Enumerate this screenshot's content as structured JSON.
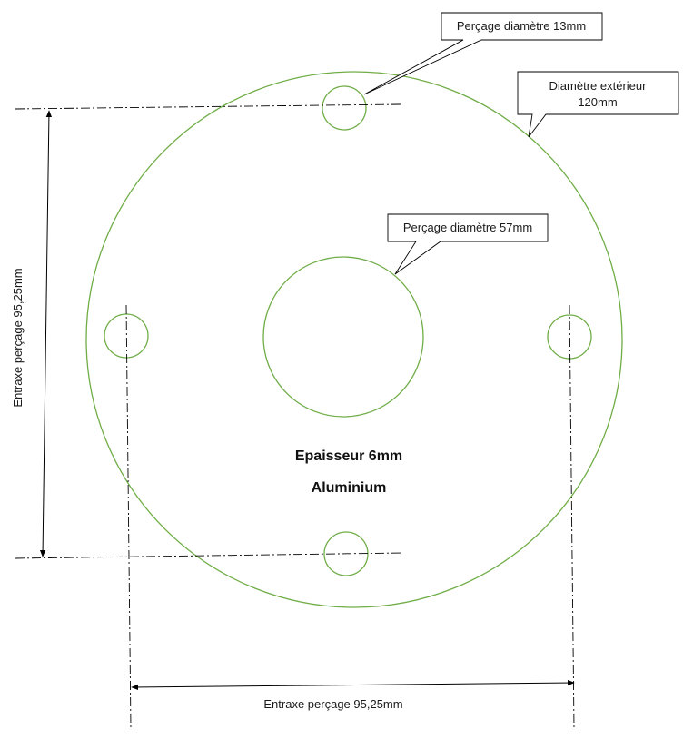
{
  "colors": {
    "part_outline": "#70ad47",
    "line": "#000000",
    "callout_border": "#000000"
  },
  "callouts": {
    "small_hole": {
      "line1": "Perçage diamètre 13mm",
      "line2": ""
    },
    "outer_diameter": {
      "line1": "Diamètre extérieur",
      "line2": "120mm"
    },
    "center_hole": {
      "line1": "Perçage diamètre 57mm",
      "line2": ""
    }
  },
  "dimensions": {
    "vertical": "Entraxe perçage 95,25mm",
    "horizontal": "Entraxe perçage 95,25mm"
  },
  "part": {
    "thickness": "Epaisseur 6mm",
    "material": "Aluminium"
  }
}
